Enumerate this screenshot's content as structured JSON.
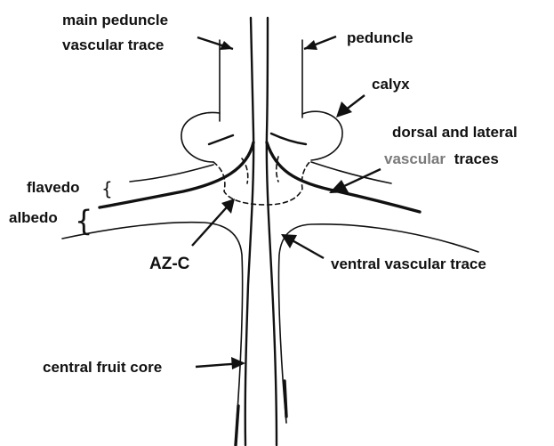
{
  "labels": {
    "main_peduncle_line1": "main peduncle",
    "main_peduncle_line2": "vascular trace",
    "peduncle": "peduncle",
    "calyx": "calyx",
    "dorsal_lateral_line1": "dorsal and lateral",
    "dorsal_lateral_line2_a": "vascular",
    "dorsal_lateral_line2_b": "traces",
    "flavedo": "flavedo",
    "albedo": "albedo",
    "azc": "AZ-C",
    "ventral": "ventral vascular trace",
    "central_core": "central fruit core"
  },
  "braces": {
    "flavedo_brace": "{",
    "albedo_brace": "{"
  },
  "colors": {
    "ink": "#111111",
    "faded_label": "#7a7a7a",
    "background": "#ffffff"
  }
}
